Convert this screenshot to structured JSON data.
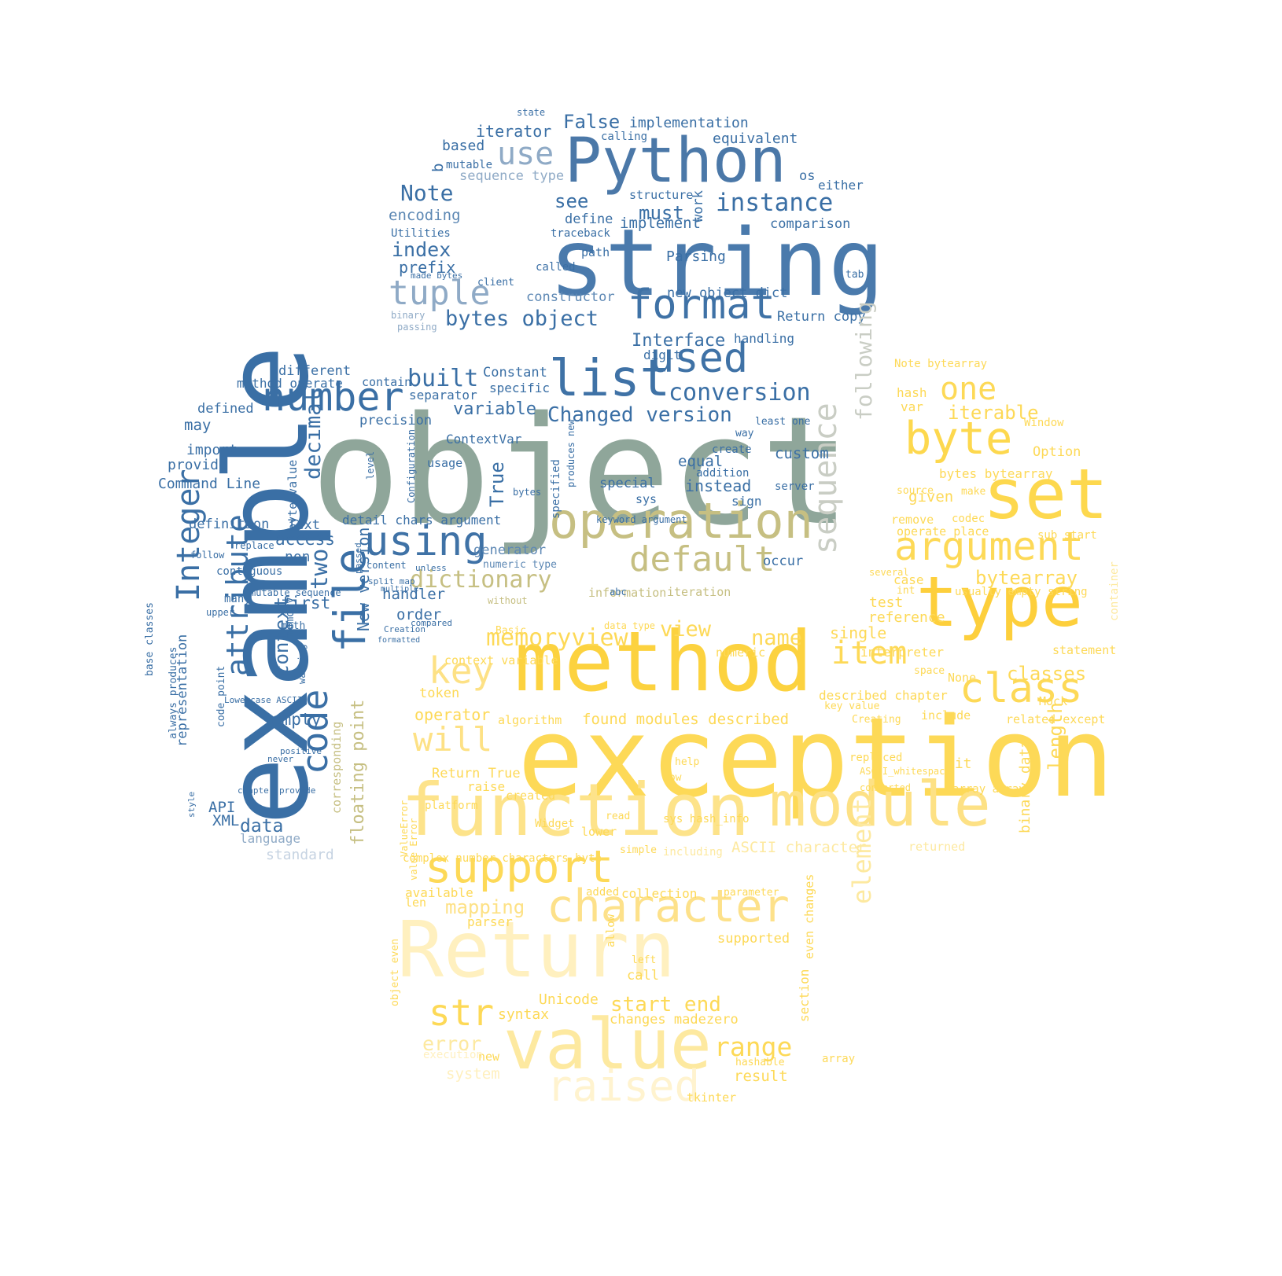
{
  "words": [
    {
      "text": "object",
      "color": "#8fa69a"
    },
    {
      "text": "exception",
      "color": "#fdd957"
    },
    {
      "text": "example",
      "color": "#3a6fa5"
    },
    {
      "text": "string",
      "color": "#4a7aac"
    },
    {
      "text": "method",
      "color": "#fcd23f"
    },
    {
      "text": "Return",
      "color": "#fff0bf"
    },
    {
      "text": "function",
      "color": "#fde38a"
    },
    {
      "text": "Python",
      "color": "#4b78a8"
    },
    {
      "text": "type",
      "color": "#fdcf3c"
    },
    {
      "text": "set",
      "color": "#fdd84e"
    },
    {
      "text": "value",
      "color": "#fde9a0"
    },
    {
      "text": "module",
      "color": "#fde185"
    },
    {
      "text": "operation",
      "color": "#c6bf82"
    },
    {
      "text": "number",
      "color": "#3a6fa5"
    },
    {
      "text": "list",
      "color": "#3f72a6"
    },
    {
      "text": "using",
      "color": "#3f72a6"
    },
    {
      "text": "format",
      "color": "#3f72a6"
    },
    {
      "text": "used",
      "color": "#3f72a6"
    },
    {
      "text": "character",
      "color": "#fde18a"
    },
    {
      "text": "support",
      "color": "#fdd957"
    },
    {
      "text": "argument",
      "color": "#fdd957"
    },
    {
      "text": "byte",
      "color": "#fdd84e"
    },
    {
      "text": "class",
      "color": "#fdd957"
    },
    {
      "text": "tuple",
      "color": "#8faac6"
    },
    {
      "text": "default",
      "color": "#c6bf82"
    },
    {
      "text": "raised",
      "color": "#fff3cf"
    },
    {
      "text": "attribute",
      "color": "#3a6fa5"
    },
    {
      "text": "Integer",
      "color": "#3a6fa5"
    },
    {
      "text": "file",
      "color": "#3a6fa5"
    },
    {
      "text": "code",
      "color": "#3a6fa5"
    },
    {
      "text": "sequence",
      "color": "#c9cdc4"
    },
    {
      "text": "key",
      "color": "#fde185"
    },
    {
      "text": "will",
      "color": "#fde185"
    },
    {
      "text": "str",
      "color": "#fdd957"
    },
    {
      "text": "item",
      "color": "#fdd957"
    },
    {
      "text": "one",
      "color": "#fdd957"
    },
    {
      "text": "instance",
      "color": "#3a6fa5"
    },
    {
      "text": "use",
      "color": "#8faac6"
    },
    {
      "text": "Note",
      "color": "#3a6fa5"
    },
    {
      "text": "index",
      "color": "#3a6fa5"
    },
    {
      "text": "decimal",
      "color": "#3a6fa5"
    },
    {
      "text": "built",
      "color": "#3a6fa5"
    },
    {
      "text": "Changed version",
      "color": "#3a6fa5"
    },
    {
      "text": "conversion",
      "color": "#3a6fa5"
    },
    {
      "text": "bytes object",
      "color": "#3a6fa5"
    },
    {
      "text": "dictionary",
      "color": "#c6bf82"
    },
    {
      "text": "memoryview",
      "color": "#fdd957"
    },
    {
      "text": "iterable",
      "color": "#fdd957"
    },
    {
      "text": "bytearray",
      "color": "#fdd957"
    },
    {
      "text": "classes",
      "color": "#fdd957"
    },
    {
      "text": "range",
      "color": "#fdd957"
    },
    {
      "text": "start end",
      "color": "#fdd957"
    },
    {
      "text": "mapping",
      "color": "#fde185"
    },
    {
      "text": "view",
      "color": "#fdd957"
    },
    {
      "text": "name",
      "color": "#fdd957"
    },
    {
      "text": "False",
      "color": "#3a6fa5"
    },
    {
      "text": "must",
      "color": "#3a6fa5"
    },
    {
      "text": "see",
      "color": "#3a6fa5"
    },
    {
      "text": "prefix",
      "color": "#3a6fa5"
    },
    {
      "text": "Interface",
      "color": "#3a6fa5"
    },
    {
      "text": "comparison",
      "color": "#3a6fa5"
    },
    {
      "text": "equivalent",
      "color": "#3a6fa5"
    },
    {
      "text": "implementation",
      "color": "#3a6fa5"
    },
    {
      "text": "implement",
      "color": "#3a6fa5"
    },
    {
      "text": "define",
      "color": "#3a6fa5"
    },
    {
      "text": "iterator",
      "color": "#3a6fa5"
    },
    {
      "text": "based",
      "color": "#3a6fa5"
    },
    {
      "text": "encoding",
      "color": "#5d88b4"
    },
    {
      "text": "Parsing",
      "color": "#3a6fa5"
    },
    {
      "text": "constructor",
      "color": "#5d88b4"
    },
    {
      "text": "new object dict",
      "color": "#3a6fa5"
    },
    {
      "text": "Return copy",
      "color": "#3a6fa5"
    },
    {
      "text": "handling",
      "color": "#3a6fa5"
    },
    {
      "text": "variable",
      "color": "#3a6fa5"
    },
    {
      "text": "precision",
      "color": "#3a6fa5"
    },
    {
      "text": "ContextVar",
      "color": "#3a6fa5"
    },
    {
      "text": "Constant",
      "color": "#3a6fa5"
    },
    {
      "text": "specific",
      "color": "#3a6fa5"
    },
    {
      "text": "separator",
      "color": "#3a6fa5"
    },
    {
      "text": "different",
      "color": "#3a6fa5"
    },
    {
      "text": "method operate",
      "color": "#3a6fa5"
    },
    {
      "text": "contain",
      "color": "#3a6fa5"
    },
    {
      "text": "defined",
      "color": "#3a6fa5"
    },
    {
      "text": "may",
      "color": "#3a6fa5"
    },
    {
      "text": "import",
      "color": "#3a6fa5"
    },
    {
      "text": "provide",
      "color": "#3a6fa5"
    },
    {
      "text": "Command Line",
      "color": "#3a6fa5"
    },
    {
      "text": "definition",
      "color": "#3a6fa5"
    },
    {
      "text": "access",
      "color": "#3a6fa5"
    },
    {
      "text": "non",
      "color": "#3a6fa5"
    },
    {
      "text": "Text",
      "color": "#3a6fa5"
    },
    {
      "text": "two",
      "color": "#3a6fa5"
    },
    {
      "text": "first",
      "color": "#3a6fa5"
    },
    {
      "text": "context",
      "color": "#3a6fa5"
    },
    {
      "text": "empty",
      "color": "#3a6fa5"
    },
    {
      "text": "data",
      "color": "#3a6fa5"
    },
    {
      "text": "XML",
      "color": "#3a6fa5"
    },
    {
      "text": "API",
      "color": "#3a6fa5"
    },
    {
      "text": "language",
      "color": "#8faac6"
    },
    {
      "text": "standard",
      "color": "#c6d3e2"
    },
    {
      "text": "handler",
      "color": "#3a6fa5"
    },
    {
      "text": "order",
      "color": "#3a6fa5"
    },
    {
      "text": "New version",
      "color": "#3a6fa5"
    },
    {
      "text": "detail chars argument",
      "color": "#3a6fa5"
    },
    {
      "text": "True",
      "color": "#3a6fa5"
    },
    {
      "text": "generator",
      "color": "#5d88b4"
    },
    {
      "text": "usage",
      "color": "#3a6fa5"
    },
    {
      "text": "equal",
      "color": "#3a6fa5"
    },
    {
      "text": "instead",
      "color": "#3a6fa5"
    },
    {
      "text": "special",
      "color": "#3a6fa5"
    },
    {
      "text": "custom",
      "color": "#3a6fa5"
    },
    {
      "text": "following",
      "color": "#c9cdc4"
    },
    {
      "text": "occur",
      "color": "#3a6fa5"
    },
    {
      "text": "information",
      "color": "#c6bf82"
    },
    {
      "text": "iteration",
      "color": "#c6bf82"
    },
    {
      "text": "Note bytearray",
      "color": "#fdd957"
    },
    {
      "text": "hash",
      "color": "#fdd957"
    },
    {
      "text": "var",
      "color": "#fdd957"
    },
    {
      "text": "Window",
      "color": "#fdd957"
    },
    {
      "text": "Option",
      "color": "#fdd957"
    },
    {
      "text": "bytes bytearray",
      "color": "#fdd957"
    },
    {
      "text": "given",
      "color": "#fdd957"
    },
    {
      "text": "remove",
      "color": "#fdd957"
    },
    {
      "text": "operate place",
      "color": "#fdd957"
    },
    {
      "text": "sub start",
      "color": "#fdd957"
    },
    {
      "text": "case",
      "color": "#fdd957"
    },
    {
      "text": "usually empty string",
      "color": "#fdd957"
    },
    {
      "text": "test",
      "color": "#fdd957"
    },
    {
      "text": "reference",
      "color": "#fdd957"
    },
    {
      "text": "single",
      "color": "#fdd957"
    },
    {
      "text": "interpreter",
      "color": "#fdd957"
    },
    {
      "text": "statement",
      "color": "#fdd957"
    },
    {
      "text": "None",
      "color": "#fdd957"
    },
    {
      "text": "described chapter",
      "color": "#fdd957"
    },
    {
      "text": "Mock",
      "color": "#fdd957"
    },
    {
      "text": "include",
      "color": "#fdd957"
    },
    {
      "text": "related except",
      "color": "#fdd957"
    },
    {
      "text": "length",
      "color": "#fdd957"
    },
    {
      "text": "binary data",
      "color": "#fdd957"
    },
    {
      "text": "bit",
      "color": "#fdd957"
    },
    {
      "text": "array array",
      "color": "#fdd957"
    },
    {
      "text": "replaced",
      "color": "#fdd957"
    },
    {
      "text": "ASCII character",
      "color": "#fde9a0"
    },
    {
      "text": "numeric",
      "color": "#fdd957"
    },
    {
      "text": "found modules described",
      "color": "#fdd957"
    },
    {
      "text": "algorithm",
      "color": "#fdd957"
    },
    {
      "text": "token",
      "color": "#fdd957"
    },
    {
      "text": "operator",
      "color": "#fdd957"
    },
    {
      "text": "Return True",
      "color": "#fdd957"
    },
    {
      "text": "raise",
      "color": "#fdd957"
    },
    {
      "text": "created",
      "color": "#fdd957"
    },
    {
      "text": "available",
      "color": "#fdd957"
    },
    {
      "text": "len",
      "color": "#fdd957"
    },
    {
      "text": "parser",
      "color": "#fdd957"
    },
    {
      "text": "collection",
      "color": "#fdd957"
    },
    {
      "text": "parameter",
      "color": "#fdd957"
    },
    {
      "text": "supported",
      "color": "#fdd957"
    },
    {
      "text": "call",
      "color": "#fdd957"
    },
    {
      "text": "Unicode",
      "color": "#fdd957"
    },
    {
      "text": "syntax",
      "color": "#fdd957"
    },
    {
      "text": "changes madezero",
      "color": "#fdd957"
    },
    {
      "text": "new",
      "color": "#fdd957"
    },
    {
      "text": "result",
      "color": "#fdd957"
    },
    {
      "text": "tkinter",
      "color": "#fdd957"
    },
    {
      "text": "error",
      "color": "#fde9a0"
    },
    {
      "text": "system",
      "color": "#fff0bf"
    },
    {
      "text": "element",
      "color": "#fde9a0"
    },
    {
      "text": "section",
      "color": "#fdd957"
    },
    {
      "text": "even changes",
      "color": "#fdd957"
    },
    {
      "text": "sys hash_info",
      "color": "#fdd957"
    },
    {
      "text": "floating point",
      "color": "#c6bf82"
    },
    {
      "text": "corresponding",
      "color": "#c6bf82"
    },
    {
      "text": "memory",
      "color": "#3a6fa5"
    },
    {
      "text": "byte value",
      "color": "#3a6fa5"
    },
    {
      "text": "representation",
      "color": "#3a6fa5"
    },
    {
      "text": "always produces",
      "color": "#3a6fa5"
    },
    {
      "text": "base classes",
      "color": "#3a6fa5"
    },
    {
      "text": "b",
      "color": "#3a6fa5"
    },
    {
      "text": "os",
      "color": "#3a6fa5"
    },
    {
      "text": "either",
      "color": "#3a6fa5"
    },
    {
      "text": "path",
      "color": "#3a6fa5"
    },
    {
      "text": "called",
      "color": "#3a6fa5"
    },
    {
      "text": "traceback",
      "color": "#3a6fa5"
    },
    {
      "text": "work",
      "color": "#3a6fa5"
    },
    {
      "text": "structure",
      "color": "#3a6fa5"
    },
    {
      "text": "calling",
      "color": "#3a6fa5"
    },
    {
      "text": "digit",
      "color": "#3a6fa5"
    },
    {
      "text": "sequence type",
      "color": "#8faac6"
    },
    {
      "text": "mutable",
      "color": "#3a6fa5"
    },
    {
      "text": "Utilities",
      "color": "#3a6fa5"
    },
    {
      "text": "state",
      "color": "#3a6fa5"
    },
    {
      "text": "binary",
      "color": "#8faac6"
    },
    {
      "text": "passing",
      "color": "#8faac6"
    },
    {
      "text": "sys",
      "color": "#3a6fa5"
    },
    {
      "text": "context variable",
      "color": "#fdd957"
    },
    {
      "text": "data type",
      "color": "#fdd957"
    },
    {
      "text": "Basic",
      "color": "#fdd957"
    },
    {
      "text": "complex number characters byte",
      "color": "#fdd957"
    },
    {
      "text": "Widget",
      "color": "#fdd957"
    },
    {
      "text": "lower",
      "color": "#fdd957"
    },
    {
      "text": "including",
      "color": "#fde9a0"
    },
    {
      "text": "help",
      "color": "#fdd957"
    },
    {
      "text": "now",
      "color": "#fdd957"
    },
    {
      "text": "ASCII_whitespace",
      "color": "#fdd957"
    },
    {
      "text": "key value",
      "color": "#fdd957"
    },
    {
      "text": "Creating",
      "color": "#fdd957"
    },
    {
      "text": "space",
      "color": "#fdd957"
    },
    {
      "text": "code point",
      "color": "#3a6fa5"
    },
    {
      "text": "warning",
      "color": "#3a6fa5"
    },
    {
      "text": "math",
      "color": "#3a6fa5"
    },
    {
      "text": "many",
      "color": "#3a6fa5"
    },
    {
      "text": "contiguous",
      "color": "#3a6fa5"
    },
    {
      "text": "follow",
      "color": "#3a6fa5"
    },
    {
      "text": "upper",
      "color": "#3a6fa5"
    },
    {
      "text": "mutable sequence",
      "color": "#3a6fa5"
    },
    {
      "text": "replace",
      "color": "#3a6fa5"
    },
    {
      "text": "without",
      "color": "#c6bf82"
    },
    {
      "text": "keyword argument",
      "color": "#3a6fa5"
    },
    {
      "text": "level",
      "color": "#3a6fa5"
    },
    {
      "text": "specified",
      "color": "#3a6fa5"
    },
    {
      "text": "produces new",
      "color": "#3a6fa5"
    },
    {
      "text": "Configuration",
      "color": "#3a6fa5"
    },
    {
      "text": "positive",
      "color": "#3a6fa5"
    },
    {
      "text": "never",
      "color": "#3a6fa5"
    },
    {
      "text": "Lowercase ASCII",
      "color": "#3a6fa5"
    },
    {
      "text": "chapter provide",
      "color": "#3a6fa5"
    },
    {
      "text": "style",
      "color": "#3a6fa5"
    },
    {
      "text": "compared",
      "color": "#3a6fa5"
    },
    {
      "text": "Creation",
      "color": "#3a6fa5"
    },
    {
      "text": "formatted",
      "color": "#3a6fa5"
    },
    {
      "text": "multiple",
      "color": "#3a6fa5"
    },
    {
      "text": "split map",
      "color": "#3a6fa5"
    },
    {
      "text": "unless",
      "color": "#3a6fa5"
    },
    {
      "text": "content",
      "color": "#3a6fa5"
    },
    {
      "text": "numeric type",
      "color": "#5d88b4"
    },
    {
      "text": "passed",
      "color": "#3a6fa5"
    },
    {
      "text": "server",
      "color": "#3a6fa5"
    },
    {
      "text": "sign",
      "color": "#3a6fa5"
    },
    {
      "text": "addition",
      "color": "#3a6fa5"
    },
    {
      "text": "create",
      "color": "#3a6fa5"
    },
    {
      "text": "way",
      "color": "#3a6fa5"
    },
    {
      "text": "least one",
      "color": "#3a6fa5"
    },
    {
      "text": "value Error",
      "color": "#fdd957"
    },
    {
      "text": "object even",
      "color": "#fdd957"
    },
    {
      "text": "allow",
      "color": "#fdd957"
    },
    {
      "text": "left",
      "color": "#fdd957"
    },
    {
      "text": "simple",
      "color": "#fdd957"
    },
    {
      "text": "read",
      "color": "#fdd957"
    },
    {
      "text": "converted",
      "color": "#fdd957"
    },
    {
      "text": "codec",
      "color": "#fdd957"
    },
    {
      "text": "source",
      "color": "#fdd957"
    },
    {
      "text": "make",
      "color": "#fdd957"
    },
    {
      "text": "int",
      "color": "#fdd957"
    },
    {
      "text": "several",
      "color": "#fdd957"
    },
    {
      "text": "returned",
      "color": "#fde9a0"
    },
    {
      "text": "execution",
      "color": "#fff0bf"
    },
    {
      "text": "hashable",
      "color": "#fdd957"
    },
    {
      "text": "array",
      "color": "#fdd957"
    },
    {
      "text": "platform",
      "color": "#fdd957"
    },
    {
      "text": "added",
      "color": "#fdd957"
    },
    {
      "text": "ValueError",
      "color": "#fdd957"
    },
    {
      "text": "container",
      "color": "#fde9a0"
    },
    {
      "text": "abc",
      "color": "#3a6fa5"
    },
    {
      "text": "tab",
      "color": "#3a6fa5"
    },
    {
      "text": "client",
      "color": "#3a6fa5"
    },
    {
      "text": "made bytes",
      "color": "#3a6fa5"
    },
    {
      "text": "bytes",
      "color": "#3a6fa5"
    }
  ]
}
